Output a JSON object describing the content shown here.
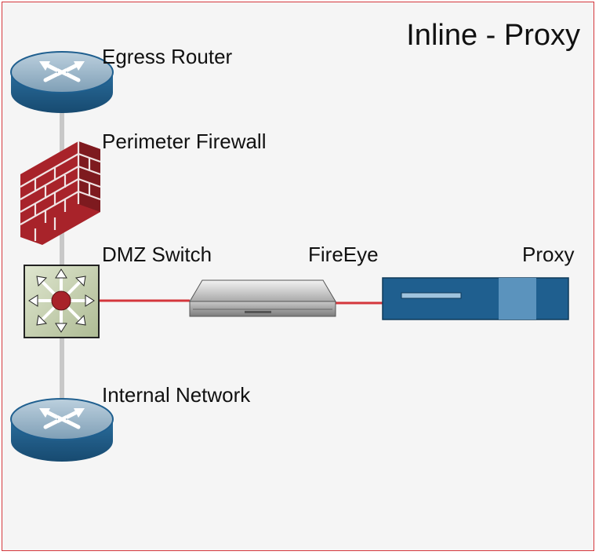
{
  "diagram": {
    "title": "Inline - Proxy",
    "nodes": {
      "egress_router": "Egress Router",
      "perimeter_firewall": "Perimeter Firewall",
      "dmz_switch": "DMZ Switch",
      "fireeye": "FireEye",
      "proxy": "Proxy",
      "internal_network": "Internal Network"
    },
    "icons": {
      "egress_router": "router-icon",
      "perimeter_firewall": "firewall-icon",
      "dmz_switch": "switch-icon",
      "fireeye": "appliance-icon",
      "proxy": "server-icon",
      "internal_network": "router-icon"
    },
    "colors": {
      "frame_border": "#d4363c",
      "background": "#f5f5f5",
      "vertical_link": "#c8c8c8",
      "inline_link": "#d4363c",
      "device_blue": "#1f5f8f",
      "firewall_red": "#a8232a",
      "switch_green": "#c9d4b5"
    }
  }
}
